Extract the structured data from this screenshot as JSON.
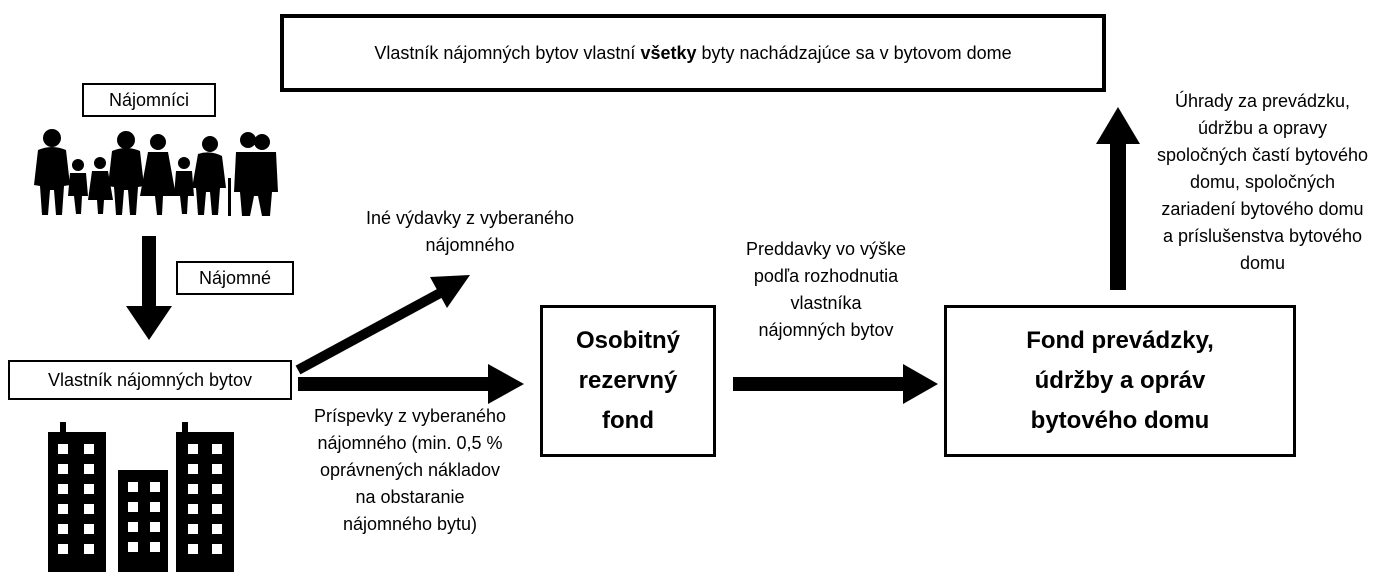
{
  "top_banner": {
    "before": "Vlastník nájomných bytov vlastní ",
    "bold": "všetky",
    "after": " byty nachádzajúce sa v bytovom dome"
  },
  "tenants_label": "Nájomníci",
  "rent_label": "Nájomné",
  "owner_label": "Vlastník nájomných bytov",
  "other_expenses": "Iné výdavky z vyberaného\nnájomného",
  "contributions": "Príspevky z vyberaného\nnájomného (min. 0,5 %\noprávnených nákladov\nna obstaranie\nnájomného bytu)",
  "reserve_fund": "Osobitný\nrezervný\nfond",
  "advances": "Preddavky vo výške\npodľa rozhodnutia\nvlastníka\nnájomných bytov",
  "operations_fund": "Fond prevádzky,\núdržby a opráv\nbytového domu",
  "payments": "Úhrady za prevádzku,\núdržbu a opravy\nspoločných častí bytového\ndomu, spoločných\nzariadení bytového domu\na príslušenstva bytového\ndomu",
  "icons": [
    "family-silhouette-icon",
    "apartment-buildings-icon"
  ]
}
